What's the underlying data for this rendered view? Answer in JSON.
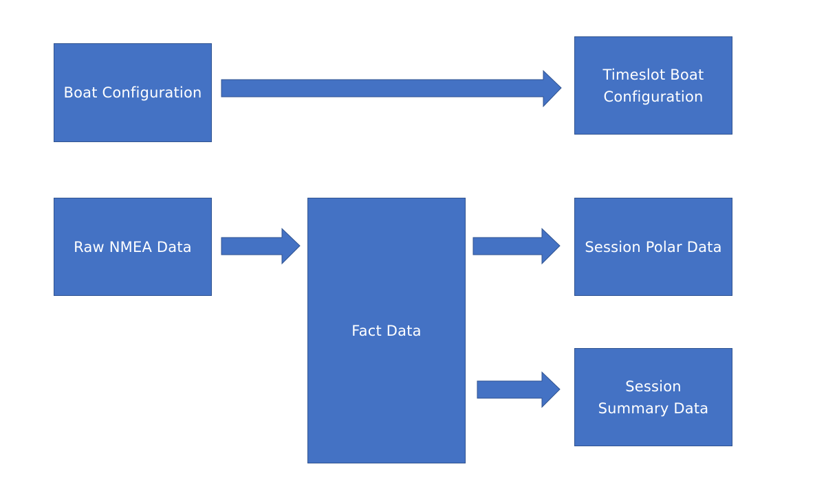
{
  "colors": {
    "box_fill": "#4472c4",
    "box_border": "#2f528f",
    "text": "#ffffff",
    "background": "#ffffff"
  },
  "nodes": {
    "boat_configuration": "Boat Configuration",
    "timeslot_boat_configuration": "Timeslot Boat Configuration",
    "raw_nmea_data": "Raw NMEA Data",
    "fact_data": "Fact Data",
    "session_polar_data": "Session Polar Data",
    "session_summary_data": "Session Summary Data"
  },
  "edges": [
    {
      "from": "boat_configuration",
      "to": "timeslot_boat_configuration"
    },
    {
      "from": "raw_nmea_data",
      "to": "fact_data"
    },
    {
      "from": "fact_data",
      "to": "session_polar_data"
    },
    {
      "from": "fact_data",
      "to": "session_summary_data"
    }
  ]
}
